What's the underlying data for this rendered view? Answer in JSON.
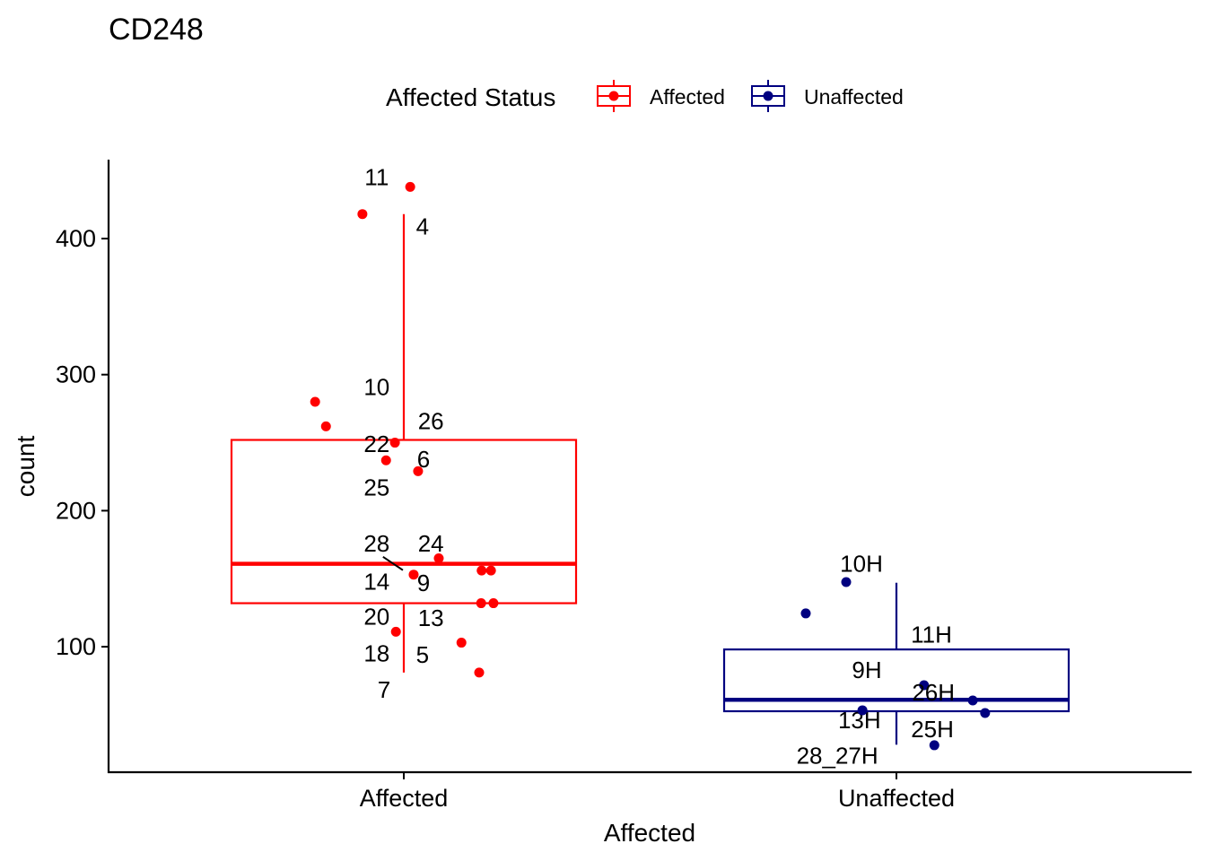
{
  "chart_data": {
    "type": "box",
    "title": "CD248",
    "xlabel": "Affected",
    "ylabel": "count",
    "ylim": [
      7.8,
      458
    ],
    "yticks": [
      100,
      200,
      300,
      400
    ],
    "categories": [
      "Affected",
      "Unaffected"
    ],
    "legend": {
      "title": "Affected Status",
      "placement": "top",
      "entries": [
        {
          "label": "Affected",
          "color": "#FF0000"
        },
        {
          "label": "Unaffected",
          "color": "#000080"
        }
      ]
    },
    "series": [
      {
        "name": "Affected",
        "color": "#FF0000",
        "box": {
          "whisker_low": 81,
          "q1": 132,
          "median": 161,
          "q3": 252,
          "whisker_high": 418
        },
        "points": [
          {
            "jitter": 0.013,
            "y": 438,
            "label": "11",
            "label_dx": -0.055,
            "label_y": 445
          },
          {
            "jitter": -0.084,
            "y": 418,
            "label": "4",
            "label_dx": 0.038,
            "label_y": 409
          },
          {
            "jitter": -0.18,
            "y": 280,
            "label": "10",
            "label_dx": -0.055,
            "label_y": 291
          },
          {
            "jitter": -0.158,
            "y": 262,
            "label": "26",
            "label_dx": 0.055,
            "label_y": 266
          },
          {
            "jitter": -0.018,
            "y": 250,
            "label": "22",
            "label_dx": -0.055,
            "label_y": 249
          },
          {
            "jitter": -0.036,
            "y": 237,
            "label": "6",
            "label_dx": 0.04,
            "label_y": 238
          },
          {
            "jitter": 0.029,
            "y": 229,
            "label": "25",
            "label_dx": -0.055,
            "label_y": 217
          },
          {
            "jitter": 0.071,
            "y": 165,
            "label": "24",
            "label_dx": 0.055,
            "label_y": 176
          },
          {
            "jitter": 0.02,
            "y": 153,
            "label": "28",
            "label_dx": -0.055,
            "label_y": 176,
            "segment": true
          },
          {
            "jitter": 0.158,
            "y": 156,
            "label": "14",
            "label_dx": -0.055,
            "label_y": 148
          },
          {
            "jitter": 0.177,
            "y": 156,
            "label": "9",
            "label_dx": 0.04,
            "label_y": 147
          },
          {
            "jitter": 0.157,
            "y": 132,
            "label": "20",
            "label_dx": -0.055,
            "label_y": 122
          },
          {
            "jitter": 0.182,
            "y": 132,
            "label": "13",
            "label_dx": 0.055,
            "label_y": 121
          },
          {
            "jitter": -0.016,
            "y": 111,
            "label": "18",
            "label_dx": -0.055,
            "label_y": 95
          },
          {
            "jitter": 0.117,
            "y": 103,
            "label": "5",
            "label_dx": 0.038,
            "label_y": 94
          },
          {
            "jitter": 0.153,
            "y": 81,
            "label": "7",
            "label_dx": -0.04,
            "label_y": 68.5
          }
        ]
      },
      {
        "name": "Unaffected",
        "color": "#000080",
        "box": {
          "whisker_low": 28,
          "q1": 52.6,
          "median": 61,
          "q3": 98,
          "whisker_high": 147
        },
        "points": [
          {
            "jitter": -0.102,
            "y": 147.5,
            "label": "10H",
            "label_dx": -0.071,
            "label_y": 161
          },
          {
            "jitter": -0.184,
            "y": 124.5,
            "label": "11H",
            "label_dx": 0.071,
            "label_y": 109
          },
          {
            "jitter": 0.056,
            "y": 71.7,
            "label": "9H",
            "label_dx": -0.06,
            "label_y": 83
          },
          {
            "jitter": 0.155,
            "y": 60.5,
            "label": "26H",
            "label_dx": 0.075,
            "label_y": 66.5
          },
          {
            "jitter": 0.18,
            "y": 51.3,
            "label": "13H",
            "label_dx": -0.075,
            "label_y": 46
          },
          {
            "jitter": -0.069,
            "y": 53.3,
            "label": "25H",
            "label_dx": 0.073,
            "label_y": 39.5
          },
          {
            "jitter": 0.077,
            "y": 27.6,
            "label": "28_27H",
            "label_dx": -0.12,
            "label_y": 20
          }
        ]
      }
    ]
  }
}
